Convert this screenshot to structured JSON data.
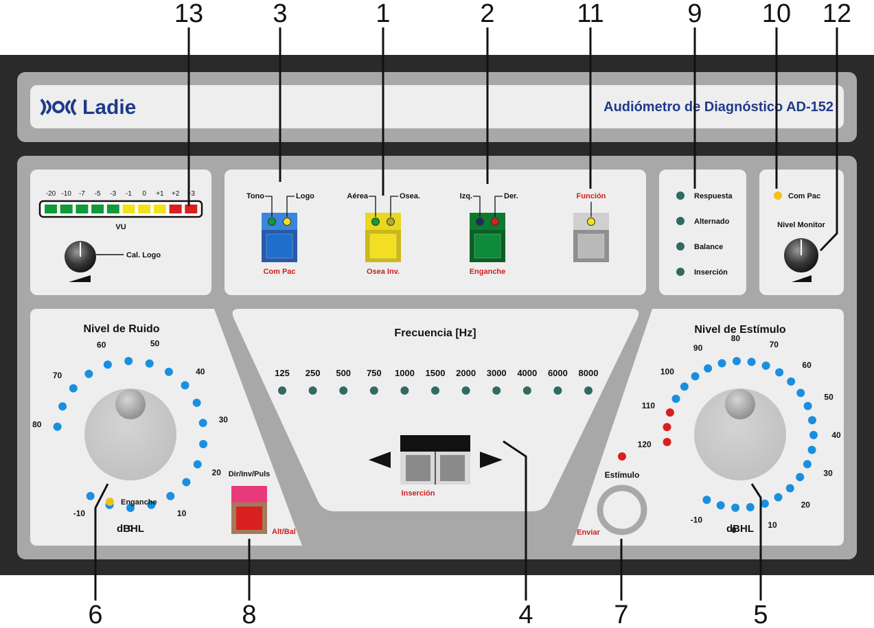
{
  "callouts": [
    "13",
    "3",
    "1",
    "2",
    "11",
    "9",
    "10",
    "12",
    "6",
    "8",
    "4",
    "7",
    "5"
  ],
  "brand": {
    "logo_text": "Ladie",
    "title": "Audiómetro de Diagnóstico AD-152"
  },
  "vu": {
    "scale": [
      "-20",
      "-10",
      "-7",
      "-5",
      "-3",
      "-1",
      "0",
      "+1",
      "+2",
      "+3"
    ],
    "segment_colors": [
      "green",
      "green",
      "green",
      "green",
      "green",
      "yellow",
      "yellow",
      "yellow",
      "red",
      "red"
    ],
    "label": "VU",
    "cal_label": "Cal. Logo"
  },
  "buttons": [
    {
      "top_left": "Tono",
      "top_right": "Logo",
      "bottom": "Com Pac",
      "color": "blue",
      "led_left": "green",
      "led_right": "yellow"
    },
    {
      "top_left": "Aérea",
      "top_right": "Osea.",
      "bottom": "Osea Inv.",
      "color": "yellow",
      "led_left": "green",
      "led_right": "olive"
    },
    {
      "top_left": "Izq.",
      "top_right": "Der.",
      "bottom": "Enganche",
      "color": "green",
      "led_left": "navy",
      "led_right": "red"
    },
    {
      "top_center": "Función",
      "color": "gray",
      "led_center": "yellow"
    }
  ],
  "status_leds": [
    "Respuesta",
    "Alternado",
    "Balance",
    "Inserción"
  ],
  "monitor": {
    "led_label": "Com Pac",
    "knob_label": "Nivel Monitor"
  },
  "noise": {
    "title": "Nivel de Ruido",
    "scale": [
      "-10",
      "0",
      "10",
      "20",
      "30",
      "40",
      "50",
      "60",
      "70",
      "80"
    ],
    "lock_label": "Enganche",
    "unit": "dBHL"
  },
  "mode_switch": {
    "top_label": "Dir/Inv/Puls",
    "bottom_label": "Alt/Bal"
  },
  "frequency": {
    "title": "Frecuencia [Hz]",
    "values": [
      "125",
      "250",
      "500",
      "750",
      "1000",
      "1500",
      "2000",
      "3000",
      "4000",
      "6000",
      "8000"
    ],
    "insert_label": "Inserción"
  },
  "stimulus": {
    "title": "Nivel de Estímulo",
    "scale": [
      "-10",
      "0",
      "10",
      "20",
      "30",
      "40",
      "50",
      "60",
      "70",
      "80",
      "90",
      "100",
      "110",
      "120"
    ],
    "unit": "dBHL",
    "button_label": "Estímulo",
    "send_label": "Enviar"
  },
  "colors": {
    "frame": "#2a2a2a",
    "bezel": "#a8a8a8",
    "panel": "#eeeeee",
    "brand_blue": "#1f3a8a",
    "label_red": "#cc1f1f",
    "scale_dot": "#1a8fe0",
    "freq_led": "#2f6b62",
    "btn_blue": "#1d6fc9",
    "btn_yellow": "#f2de22",
    "btn_green": "#0d8a3a",
    "btn_gray": "#b9b9b9"
  }
}
